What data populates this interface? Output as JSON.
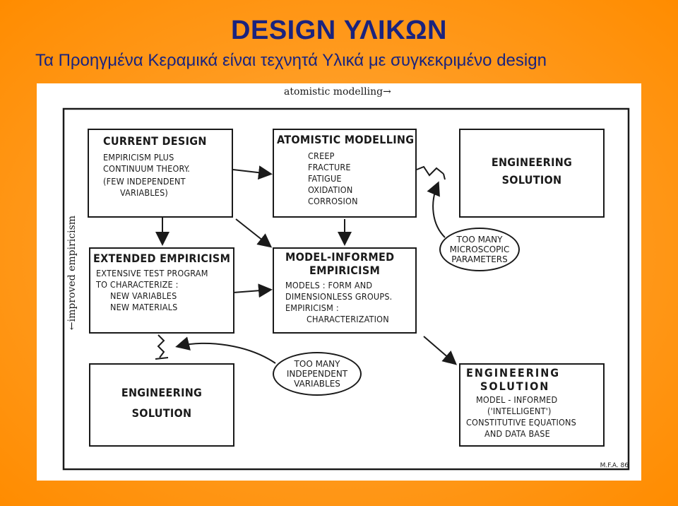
{
  "slide": {
    "title": "DESIGN ΥΛΙΚΩΝ",
    "subtitle": "Τα Προηγμένα Κεραμικά είναι τεχνητά Υλικά με συγκεκριμένο design"
  },
  "diagram": {
    "top_label": "atomistic modelling→",
    "side_label": "←improved empiricism",
    "signature": "M.F.A. 86",
    "current_design": {
      "heading": "CURRENT DESIGN",
      "lines": [
        "EMPIRICISM PLUS",
        "CONTINUUM THEORY.",
        "(FEW INDEPENDENT",
        "VARIABLES)"
      ]
    },
    "atomistic_modelling": {
      "heading": "ATOMISTIC MODELLING",
      "lines": [
        "CREEP",
        "FRACTURE",
        "FATIGUE",
        "OXIDATION",
        "CORROSION"
      ]
    },
    "engineering_top": {
      "line1": "ENGINEERING",
      "line2": "SOLUTION"
    },
    "extended_empiricism": {
      "heading": "EXTENDED EMPIRICISM",
      "lines": [
        "EXTENSIVE TEST PROGRAM",
        "TO CHARACTERIZE :",
        "NEW VARIABLES",
        "NEW MATERIALS"
      ]
    },
    "model_informed": {
      "heading1": "MODEL-INFORMED",
      "heading2": "EMPIRICISM",
      "lines": [
        "MODELS : FORM AND",
        "DIMENSIONLESS GROUPS.",
        "EMPIRICISM :",
        "CHARACTERIZATION"
      ]
    },
    "oval_microscopic": {
      "l1": "TOO MANY",
      "l2": "MICROSCOPIC",
      "l3": "PARAMETERS"
    },
    "oval_independent": {
      "l1": "TOO MANY",
      "l2": "INDEPENDENT",
      "l3": "VARIABLES"
    },
    "engineering_bottom_left": {
      "line1": "ENGINEERING",
      "line2": "SOLUTION"
    },
    "engineering_bottom_right": {
      "heading1": "ENGINEERING",
      "heading2": "SOLUTION",
      "lines": [
        "MODEL - INFORMED",
        "('INTELLIGENT')",
        "CONSTITUTIVE EQUATIONS",
        "AND DATA BASE"
      ]
    }
  }
}
